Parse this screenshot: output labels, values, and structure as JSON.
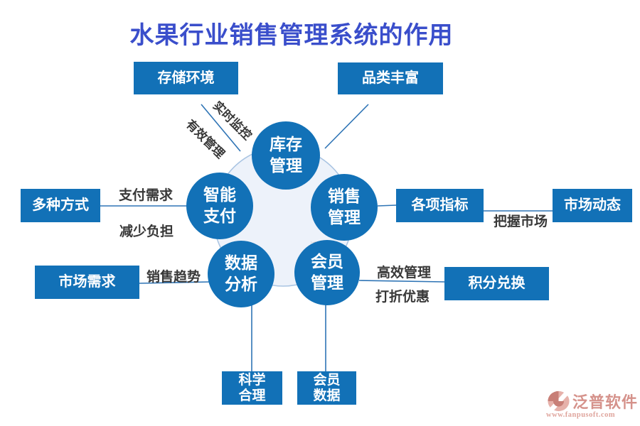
{
  "title": "水果行业销售管理系统的作用",
  "colors": {
    "node_blue": "#1271B7",
    "line_blue": "#2E74B5",
    "center_blob_fill": "#EDF2FA",
    "center_blob_stroke": "#A9C4E2",
    "title_blue": "#3A4ECB",
    "edge_label_dark": "#383838",
    "logo_salmon": "#D5928B"
  },
  "diagram": {
    "circles": [
      {
        "id": "inventory-management",
        "label": "库存\n管理"
      },
      {
        "id": "smart-payment",
        "label": "智能\n支付"
      },
      {
        "id": "sales-management",
        "label": "销售\n管理"
      },
      {
        "id": "data-analysis",
        "label": "数据\n分析"
      },
      {
        "id": "member-management",
        "label": "会员\n管理"
      }
    ],
    "boxes": [
      {
        "id": "storage-environment",
        "label": "存储环境"
      },
      {
        "id": "rich-categories",
        "label": "品类丰富"
      },
      {
        "id": "multiple-methods",
        "label": "多种方式"
      },
      {
        "id": "various-indicators",
        "label": "各项指标"
      },
      {
        "id": "market-dynamics",
        "label": "市场动态"
      },
      {
        "id": "market-demand",
        "label": "市场需求"
      },
      {
        "id": "points-exchange",
        "label": "积分兑换"
      },
      {
        "id": "scientific-reasonable",
        "label": "科学\n合理"
      },
      {
        "id": "member-data",
        "label": "会员\n数据"
      }
    ],
    "edge_labels": [
      {
        "id": "effective-management",
        "label": "有效管理"
      },
      {
        "id": "realtime-monitoring",
        "label": "实时监控"
      },
      {
        "id": "payment-demand",
        "label": "支付需求"
      },
      {
        "id": "reduce-burden",
        "label": "减少负担"
      },
      {
        "id": "sales-trend",
        "label": "销售趋势"
      },
      {
        "id": "grasp-market",
        "label": "把握市场"
      },
      {
        "id": "efficient-management",
        "label": "高效管理"
      },
      {
        "id": "discount-offers",
        "label": "打折优惠"
      }
    ]
  },
  "watermark": "泛普软件",
  "logo": {
    "name": "泛普软件",
    "url": "www.fanpusoft.com"
  }
}
